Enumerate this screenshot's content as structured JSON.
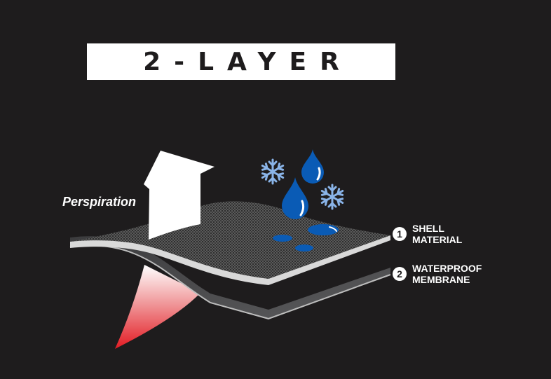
{
  "title": "2-LAYER",
  "perspiration_label": "Perspiration",
  "layers": [
    {
      "number": "1",
      "line1": "SHELL",
      "line2": "MATERIAL"
    },
    {
      "number": "2",
      "line1": "WATERPROOF",
      "line2": "MEMBRANE"
    }
  ],
  "icons": [
    "up-arrow-icon",
    "snowflake-icon",
    "water-drop-icon",
    "heat-wedge-icon"
  ],
  "colors": {
    "background": "#1e1c1d",
    "water": "#0a5bb5",
    "snowflake": "#8ab4e8",
    "heat": "#e31b23",
    "membrane": "#4a4a4c"
  }
}
